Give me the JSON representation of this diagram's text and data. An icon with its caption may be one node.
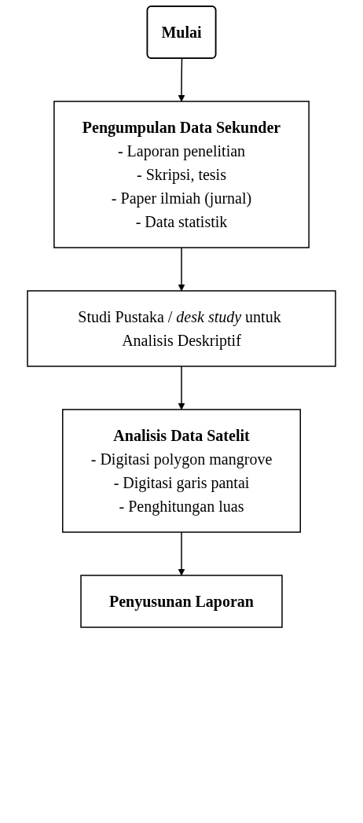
{
  "diagram": {
    "nodes": [
      {
        "text": [
          "Mulai"
        ]
      },
      {
        "text": [
          "Pengumpulan Data Sekunder",
          "- Laporan penelitian",
          "- Skripsi, tesis",
          "- Paper ilmiah (jurnal)",
          "- Data statistik"
        ]
      },
      {
        "text": [
          "Studi Pustaka / *desk study* untuk Analisis Deskriptif"
        ]
      },
      {
        "text": [
          "Analisis Data Satelit",
          "- Digitasi polygon mangrove",
          "- Digitasi garis pantai",
          "- Penghitungan luas"
        ]
      },
      {
        "text": [
          "Penyusunan Laporan"
        ]
      }
    ],
    "edges": [
      {
        "from": 0,
        "to": 1,
        "arrow": "to"
      },
      {
        "from": 1,
        "to": 2,
        "arrow": "to"
      },
      {
        "from": 2,
        "to": 3,
        "arrow": "to"
      },
      {
        "from": 3,
        "to": 4,
        "arrow": "to"
      }
    ]
  }
}
